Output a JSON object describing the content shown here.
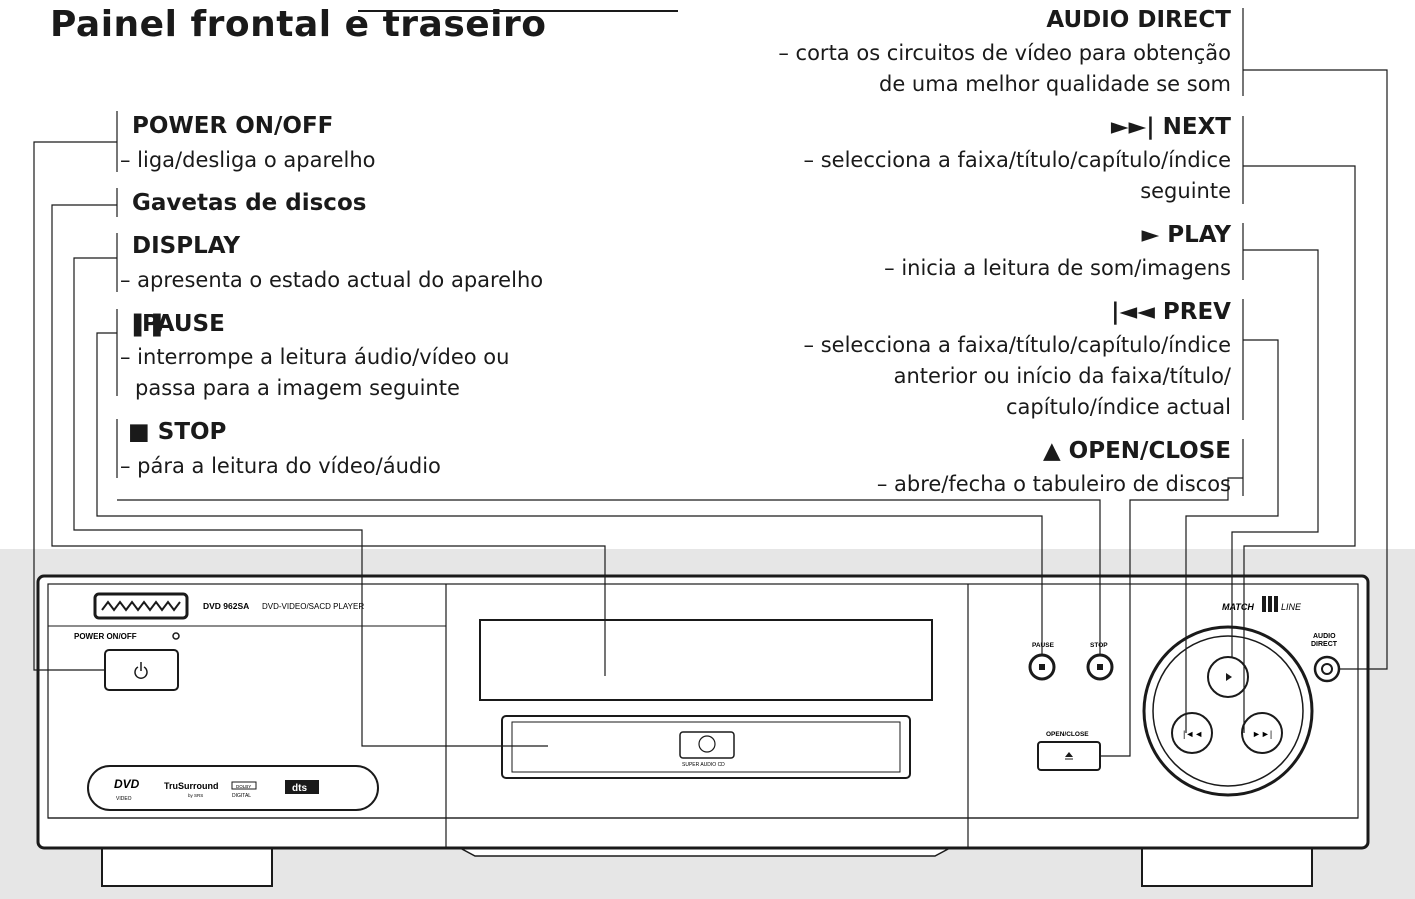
{
  "title": "Painel frontal e traseiro",
  "left": {
    "power": {
      "label": "POWER ON/OFF",
      "desc": "– liga/desliga o aparelho"
    },
    "trays": {
      "label": "Gavetas de discos"
    },
    "display": {
      "label": "DISPLAY",
      "desc": "– apresenta o estado actual do aparelho"
    },
    "pause": {
      "label": "PAUSE",
      "desc1": "– interrompe a leitura áudio/vídeo ou",
      "desc2": "passa para a imagem seguinte"
    },
    "stop": {
      "label": "STOP",
      "desc": "– pára a leitura do vídeo/áudio"
    }
  },
  "right": {
    "audio_direct": {
      "label": "AUDIO DIRECT",
      "desc1": "– corta os circuitos de vídeo para obtenção",
      "desc2": "de uma melhor qualidade se som"
    },
    "next": {
      "label": "NEXT",
      "desc1": "– selecciona a faixa/título/capítulo/índice",
      "desc2": "seguinte"
    },
    "play": {
      "label": "PLAY",
      "desc": "– inicia a leitura de som/imagens"
    },
    "prev": {
      "label": "PREV",
      "desc1": "– selecciona a faixa/título/capítulo/índice",
      "desc2": "anterior ou início da faixa/título/",
      "desc3": "capítulo/índice actual"
    },
    "open_close": {
      "label": "OPEN/CLOSE",
      "desc": "– abre/fecha o tabuleiro de discos"
    }
  },
  "device": {
    "model": "DVD 962SA",
    "model_desc": "DVD-VIDEO/SACD PLAYER",
    "power_label": "POWER ON/OFF",
    "pause_label": "PAUSE",
    "stop_label": "STOP",
    "open_close_label": "OPEN/CLOSE",
    "audio_direct_1": "AUDIO",
    "audio_direct_2": "DIRECT",
    "match_line_1": "MATCH",
    "match_line_2": "LINE",
    "sacd_label": "SUPER AUDIO CD",
    "logo_dvd": "DVD",
    "logo_video": "VIDEO",
    "logo_trusurround": "TruSurround",
    "logo_srs": "by SRS",
    "logo_dolby": "DOLBY",
    "logo_digital": "DIGITAL",
    "logo_dts": "dts"
  },
  "colors": {
    "background_band": "#e6e6e6",
    "ink": "#1a1a1a"
  }
}
